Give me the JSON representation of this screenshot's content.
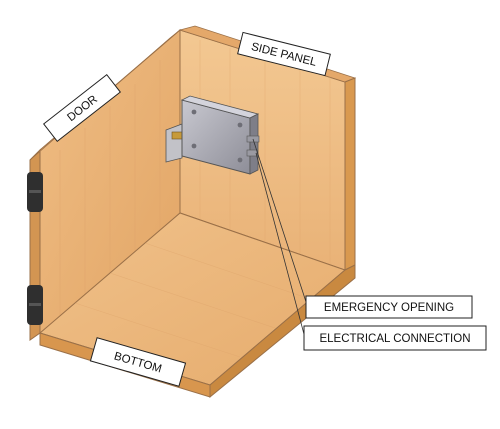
{
  "labels": {
    "door": "DOOR",
    "side_panel": "SIDE PANEL",
    "bottom": "BOTTOM",
    "emergency_opening": "EMERGENCY OPENING",
    "electrical_connection": "ELECTRICAL CONNECTION"
  },
  "colors": {
    "wood_light": "#f2c590",
    "wood_mid": "#e7ad70",
    "wood_dark": "#d39552",
    "edge_outline": "#7a5a3a",
    "hinge": "#2f2f2f",
    "lock_body": "#a9a9b2",
    "label_border": "#222222"
  }
}
